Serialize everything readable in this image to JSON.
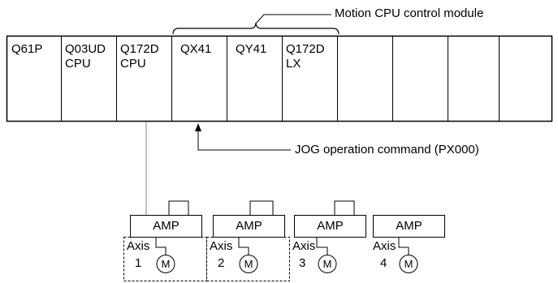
{
  "module_label": "Motion CPU control module",
  "jog_label": "JOG operation command (PX000)",
  "slots": [
    {
      "label": "Q61P"
    },
    {
      "label": "Q03UD\nCPU"
    },
    {
      "label": "Q172D\nCPU"
    },
    {
      "label": "QX41"
    },
    {
      "label": "QY41"
    },
    {
      "label": "Q172D\nLX"
    },
    {
      "label": ""
    },
    {
      "label": ""
    },
    {
      "label": ""
    },
    {
      "label": ""
    }
  ],
  "amps": [
    {
      "label": "AMP",
      "axis_label": "Axis",
      "axis_number": "1",
      "motor": "M"
    },
    {
      "label": "AMP",
      "axis_label": "Axis",
      "axis_number": "2",
      "motor": "M"
    },
    {
      "label": "AMP",
      "axis_label": "Axis",
      "axis_number": "3",
      "motor": "M"
    },
    {
      "label": "AMP",
      "axis_label": "Axis",
      "axis_number": "4",
      "motor": "M"
    }
  ]
}
